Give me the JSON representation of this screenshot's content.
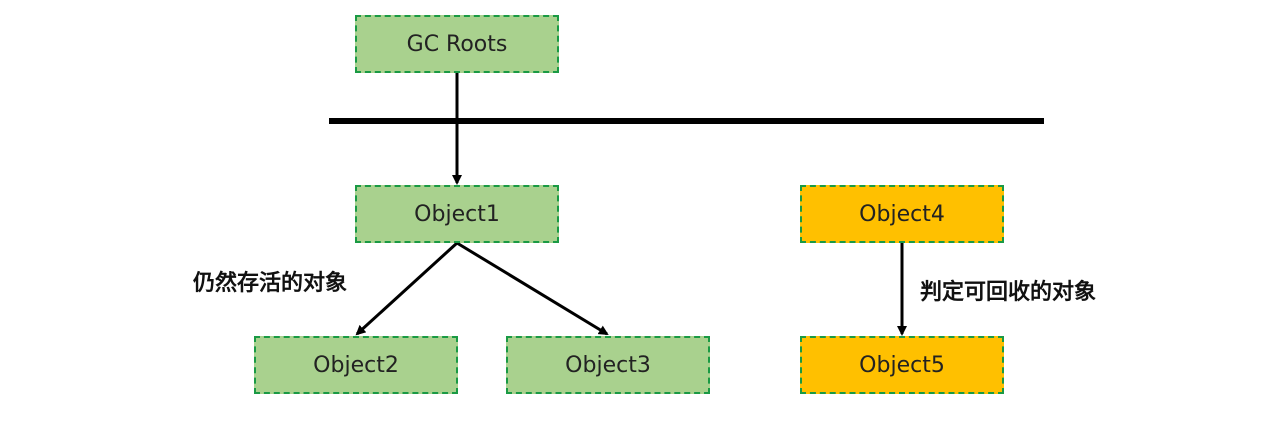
{
  "colors": {
    "alive_fill": "#a9d18e",
    "collectible_fill": "#ffc000",
    "border": "#1a9a44",
    "line": "#000000"
  },
  "nodes": {
    "gc_roots": "GC Roots",
    "object1": "Object1",
    "object2": "Object2",
    "object3": "Object3",
    "object4": "Object4",
    "object5": "Object5"
  },
  "labels": {
    "alive": "仍然存活的对象",
    "collectible": "判定可回收的对象"
  }
}
